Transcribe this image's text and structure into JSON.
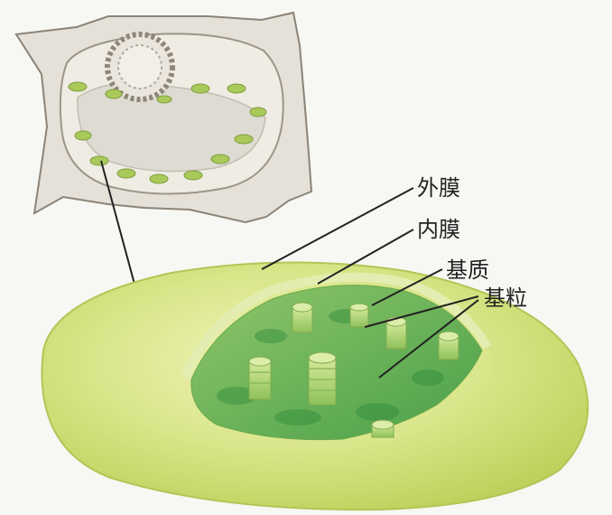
{
  "labels": {
    "outer_membrane": "外膜",
    "inner_membrane": "内膜",
    "stroma": "基质",
    "granum": "基粒"
  },
  "colors": {
    "background": "#f7f7f3",
    "cell_wall": "#e5e1d8",
    "cell_wall_outline": "#8b8478",
    "chloroplast_small": "#a9c95a",
    "chloroplast_body": "#d7e68a",
    "chloroplast_dark": "#3f9a3c",
    "granum": "#b7d87a",
    "leader_line": "#222222"
  },
  "icons": {
    "cell": "plant-cell-illustration",
    "chloroplast": "chloroplast-cutaway-illustration"
  }
}
